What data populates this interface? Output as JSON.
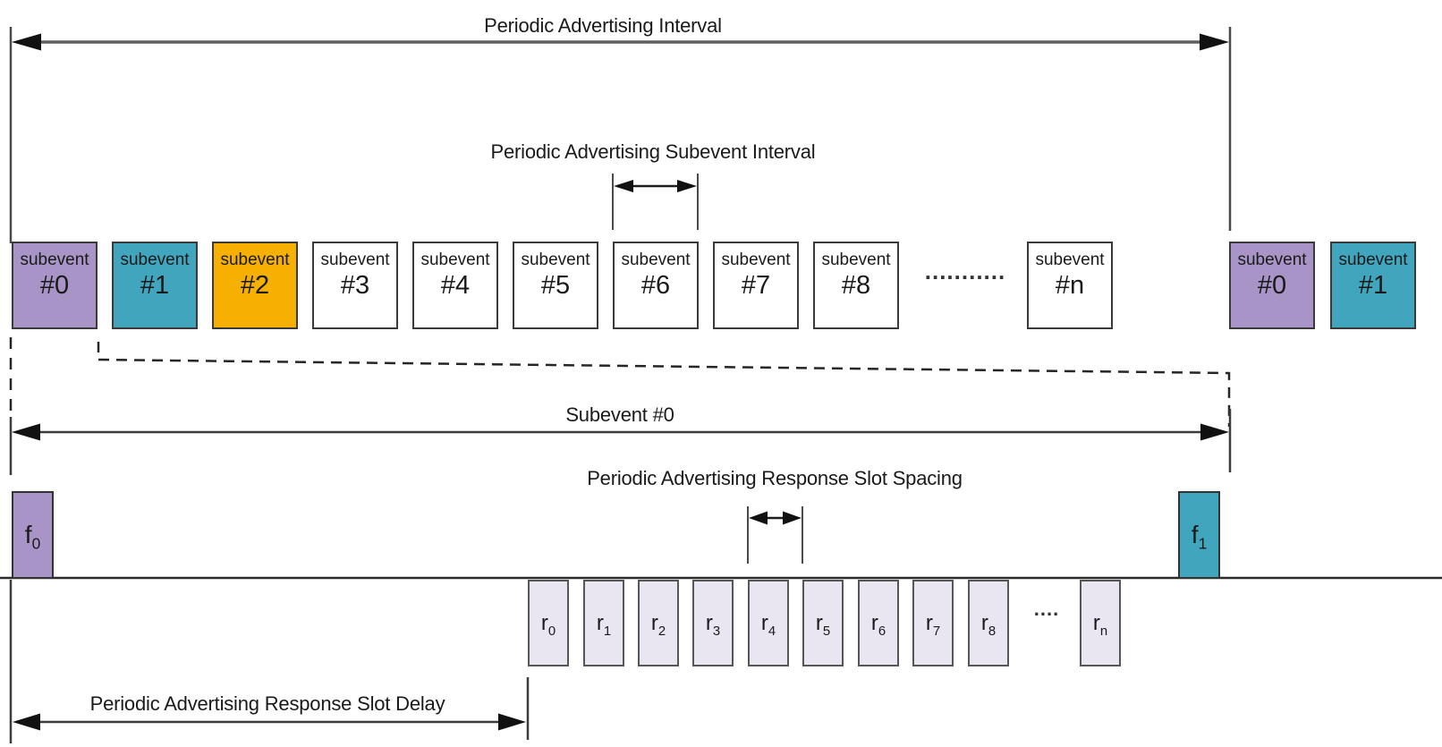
{
  "labels": {
    "periodic_advertising_interval": "Periodic Advertising Interval",
    "subevent_interval": "Periodic Advertising Subevent Interval",
    "subevent0": "Subevent #0",
    "response_slot_spacing": "Periodic Advertising Response Slot Spacing",
    "response_slot_delay": "Periodic Advertising Response Slot Delay"
  },
  "subevent_row": {
    "box_word": "subevent",
    "boxes": [
      {
        "num": "#0",
        "color": "purple"
      },
      {
        "num": "#1",
        "color": "teal"
      },
      {
        "num": "#2",
        "color": "orange"
      },
      {
        "num": "#3",
        "color": "white"
      },
      {
        "num": "#4",
        "color": "white"
      },
      {
        "num": "#5",
        "color": "white"
      },
      {
        "num": "#6",
        "color": "white"
      },
      {
        "num": "#7",
        "color": "white"
      },
      {
        "num": "#8",
        "color": "white"
      },
      {
        "num": "#n",
        "color": "white"
      }
    ],
    "ellipsis": "...........",
    "repeat_boxes": [
      {
        "num": "#0",
        "color": "purple"
      },
      {
        "num": "#1",
        "color": "teal"
      }
    ]
  },
  "f_markers": [
    {
      "base": "f",
      "sub": "0",
      "color": "purple"
    },
    {
      "base": "f",
      "sub": "1",
      "color": "teal"
    }
  ],
  "response_slots": {
    "base": "r",
    "subs": [
      "0",
      "1",
      "2",
      "3",
      "4",
      "5",
      "6",
      "7",
      "8",
      "n"
    ],
    "ellipsis": "...."
  },
  "colors": {
    "purple": "#A894C6",
    "teal": "#41A6BD",
    "orange": "#F5B001",
    "white": "#FFFFFF",
    "slot": "#E9E5F1"
  }
}
